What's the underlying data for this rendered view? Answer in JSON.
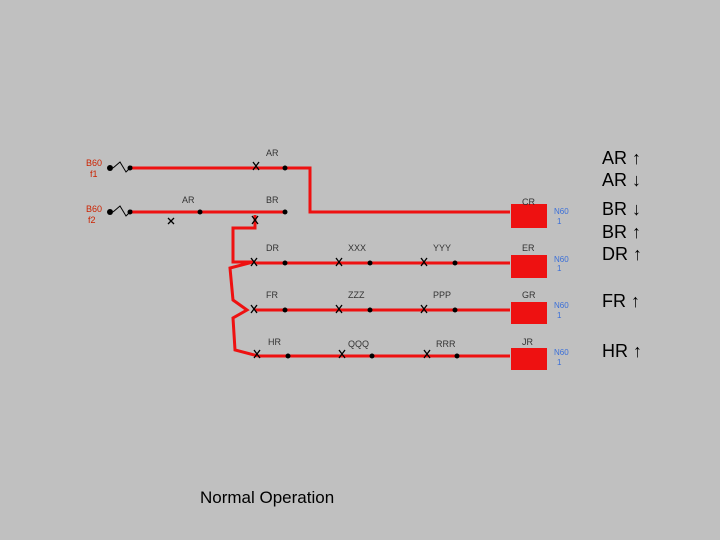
{
  "colors": {
    "background": "#c0c0c0",
    "energized_line": "#ee1111",
    "source_label": "#cc2200",
    "current_label": "#3a6fd8"
  },
  "sources": [
    {
      "name": "B60",
      "sub": "f1"
    },
    {
      "name": "B60",
      "sub": "f2"
    }
  ],
  "breakers": {
    "AR_top": "AR",
    "AR_bottom": "AR",
    "BR": "BR",
    "CR": "CR",
    "DR": "DR",
    "XXX": "XXX",
    "YYY": "YYY",
    "ER": "ER",
    "FR": "FR",
    "ZZZ": "ZZZ",
    "PPP": "PPP",
    "GR": "GR",
    "HR": "HR",
    "QQQ": "QQQ",
    "RRR": "RRR",
    "JR": "JR"
  },
  "loads": [
    {
      "label": "N60",
      "sub": "1"
    },
    {
      "label": "N60",
      "sub": "1"
    },
    {
      "label": "N60",
      "sub": "1"
    },
    {
      "label": "N60",
      "sub": "1"
    }
  ],
  "legend": [
    {
      "text": "AR ↑"
    },
    {
      "text": "AR ↓"
    },
    {
      "text": "BR ↓"
    },
    {
      "text": "BR ↑"
    },
    {
      "text": "DR ↑"
    },
    {
      "text": "FR ↑"
    },
    {
      "text": "HR ↑"
    }
  ],
  "caption": "Normal Operation"
}
